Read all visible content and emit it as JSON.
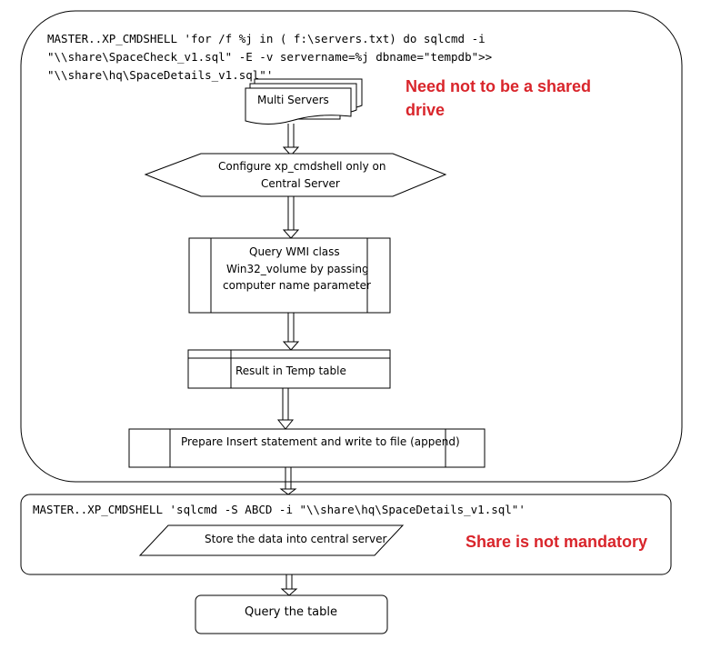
{
  "top_group": {
    "command": [
      "MASTER..XP_CMDSHELL 'for /f %j in ( f:\\servers.txt) do sqlcmd -i",
      "\"\\\\share\\SpaceCheck_v1.sql\" -E -v servername=%j dbname=\"tempdb\">>",
      "\"\\\\share\\hq\\SpaceDetails_v1.sql\"'"
    ],
    "note": [
      "Need not to be a shared",
      "drive"
    ]
  },
  "nodes": {
    "multi_servers": "Multi Servers",
    "configure": [
      "Configure xp_cmdshell only on",
      "Central Server"
    ],
    "query_wmi": [
      "Query WMI class",
      "Win32_volume by passing",
      "computer name parameter"
    ],
    "result_temp": "Result in Temp table",
    "prepare_insert": "Prepare Insert statement and write to file (append)"
  },
  "bottom_group": {
    "command": "MASTER..XP_CMDSHELL 'sqlcmd -S ABCD -i \"\\\\share\\hq\\SpaceDetails_v1.sql\"'",
    "store": "Store the data into central server",
    "note": "Share is not mandatory"
  },
  "final_node": "Query the table",
  "colors": {
    "note": "#d9252b",
    "stroke": "#000000",
    "background": "#ffffff"
  }
}
